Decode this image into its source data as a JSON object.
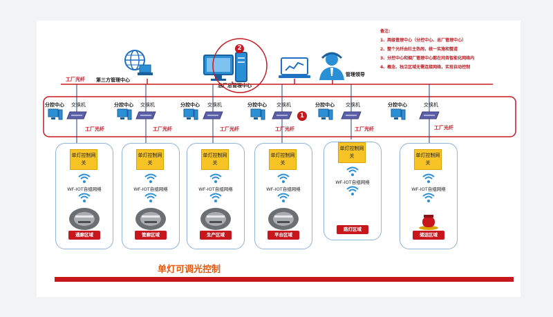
{
  "notes": {
    "heading": "备注:",
    "items": [
      "1、两级管理中心（分控中心、总厂管理中心）",
      "2、整个光纤由灶主热闹，统一实施和整道",
      "3、分控中心和烟厂管理中心都在同各智能化网络内",
      "4、概念、独立区域无需连接网络，实现自动控制"
    ]
  },
  "top": {
    "third_party_center": "第三方管理中心",
    "factory_center": "总厂总管理中心",
    "leader": "管理领导",
    "badge_two": "2",
    "factory_fibre": "工厂光纤"
  },
  "ring": {
    "badge_one": "1",
    "control_label": "分控中心",
    "switch_label": "交换机",
    "fibre_label": "工厂光纤"
  },
  "areas": [
    {
      "gateway": "单灯控制网关",
      "network": "WF-IOT自组网络",
      "zone": "通廊区域",
      "image": "corridor-photo-icon"
    },
    {
      "gateway": "单灯控制网关",
      "network": "WF-IOT自组网络",
      "zone": "管廊区域",
      "image": "pipe-gallery-photo-icon"
    },
    {
      "gateway": "单灯控制网关",
      "network": "WF-IOT自组网络",
      "zone": "生产区域",
      "image": "production-photo-icon"
    },
    {
      "gateway": "单灯控制网关",
      "network": "WF-IOT自组网络",
      "zone": "平台区域",
      "image": "platform-photo-icon"
    },
    {
      "gateway": "单灯控制网关",
      "network": "WF-IOT自组网络",
      "zone": "路灯区域",
      "image": "streetlight-photo-icon"
    },
    {
      "gateway": "单灯控制网关",
      "network": "WF-IOT自组网络",
      "zone": "储运区域",
      "image": "warning-light-icon"
    }
  ],
  "footer": {
    "title": "单灯可调光控制"
  },
  "colors": {
    "line": "#c8161d",
    "gateway": "#f7c325",
    "zone": "#c8161d",
    "wifi": "#2b8fd6",
    "switch": "#5b5fa8"
  }
}
